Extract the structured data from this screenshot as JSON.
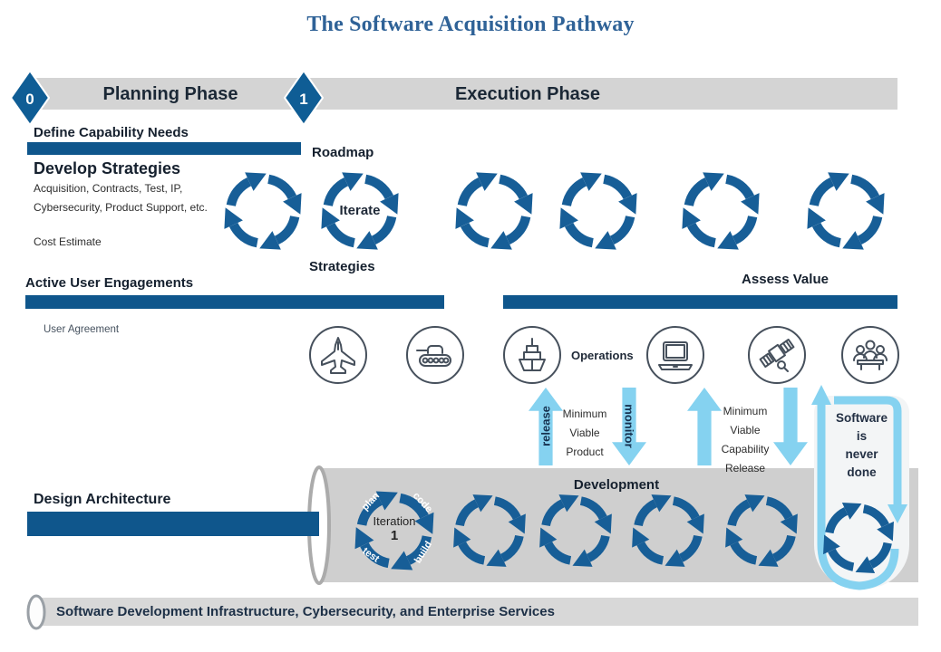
{
  "title": "The Software Acquisition Pathway",
  "banner": {
    "planning_label": "Planning Phase",
    "execution_label": "Execution Phase",
    "milestone_0": "0",
    "milestone_1": "1"
  },
  "planning": {
    "define_capability_needs": "Define Capability Needs",
    "develop_strategies": "Develop Strategies",
    "strategies_detail_1": "Acquisition, Contracts, Test, IP,",
    "strategies_detail_2": "Cybersecurity, Product Support, etc.",
    "cost_estimate": "Cost Estimate",
    "active_user_engagements": "Active User Engagements",
    "user_agreement": "User Agreement",
    "design_architecture": "Design Architecture"
  },
  "iterate": {
    "roadmap": "Roadmap",
    "center": "Iterate",
    "strategies": "Strategies"
  },
  "execution": {
    "assess_value": "Assess Value",
    "operations": "Operations"
  },
  "flows": {
    "release_label": "release",
    "monitor_label": "monitor",
    "mvp_lines": [
      "Minimum",
      "Viable",
      "Product"
    ],
    "mvcr_lines": [
      "Minimum",
      "Viable",
      "Capability",
      "Release"
    ],
    "never_done_lines": [
      "Software",
      "is",
      "never",
      "done"
    ]
  },
  "development": {
    "label": "Development",
    "iteration_word": "Iteration",
    "iteration_number": "1",
    "steps": [
      "plan",
      "code",
      "build",
      "test"
    ]
  },
  "footer": {
    "label": "Software Development Infrastructure, Cybersecurity, and Enterprise Services"
  },
  "icons": {
    "platforms": [
      "fighter-jet-icon",
      "tank-icon",
      "navy-ship-icon",
      "laptop-icon",
      "satellite-icon",
      "user-group-icon"
    ],
    "cycle": "iteration-cycle-icon"
  },
  "colors": {
    "bar_blue": "#0f568c",
    "cycle_blue": "#175e97",
    "diamond_blue": "#0f5d95",
    "title_blue": "#2f6297",
    "light_blue": "#85d2f0",
    "banner_gray": "#d4d4d4",
    "cylinder_gray": "#cfcfcf",
    "footer_gray": "#d8d8d8",
    "heading_dark": "#1b2836",
    "navy_text": "#1d3047"
  }
}
